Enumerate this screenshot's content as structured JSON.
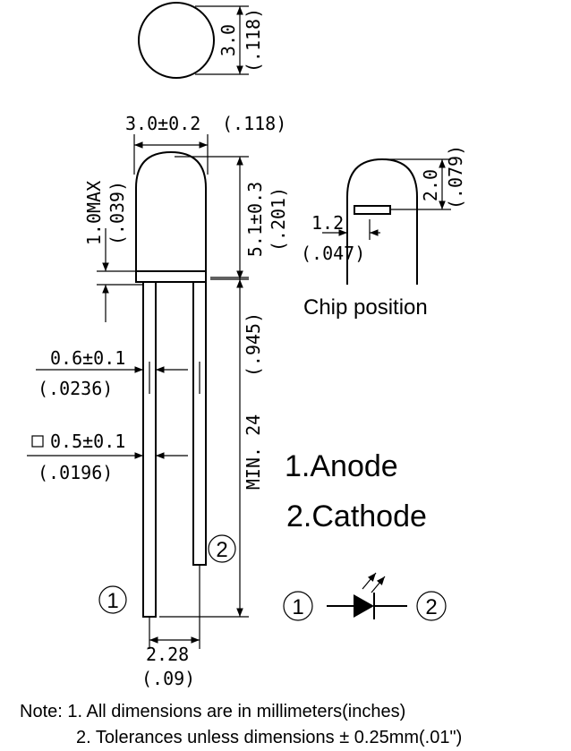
{
  "top_view": {
    "dia_mm": "3.0",
    "dia_in": "(.118)"
  },
  "side_view": {
    "body_width": "3.0±0.2",
    "body_width_in": "(.118)",
    "flange_max": "1.0MAX",
    "flange_max_in": "(.039)",
    "body_height": "5.1±0.3",
    "body_height_in": "(.201)",
    "lead_len": "MIN. 24",
    "lead_len_in": "(.945)",
    "lead_width": "0.6±0.1",
    "lead_width_in": "(.0236)",
    "lead_square": "0.5±0.1",
    "lead_square_in": "(.0196)",
    "pitch": "2.28",
    "pitch_in": "(.09)"
  },
  "chip": {
    "title": "Chip position",
    "height": "2.0",
    "height_in": "(.079)",
    "offset": "1.2",
    "offset_in": "(.047)"
  },
  "pins": {
    "one": "1",
    "two": "2",
    "anode": "1.Anode",
    "cathode": "2.Cathode"
  },
  "notes": {
    "line1": "Note: 1. All dimensions are in millimeters(inches)",
    "line2": "2. Tolerances unless dimensions ± 0.25mm(.01\")"
  }
}
